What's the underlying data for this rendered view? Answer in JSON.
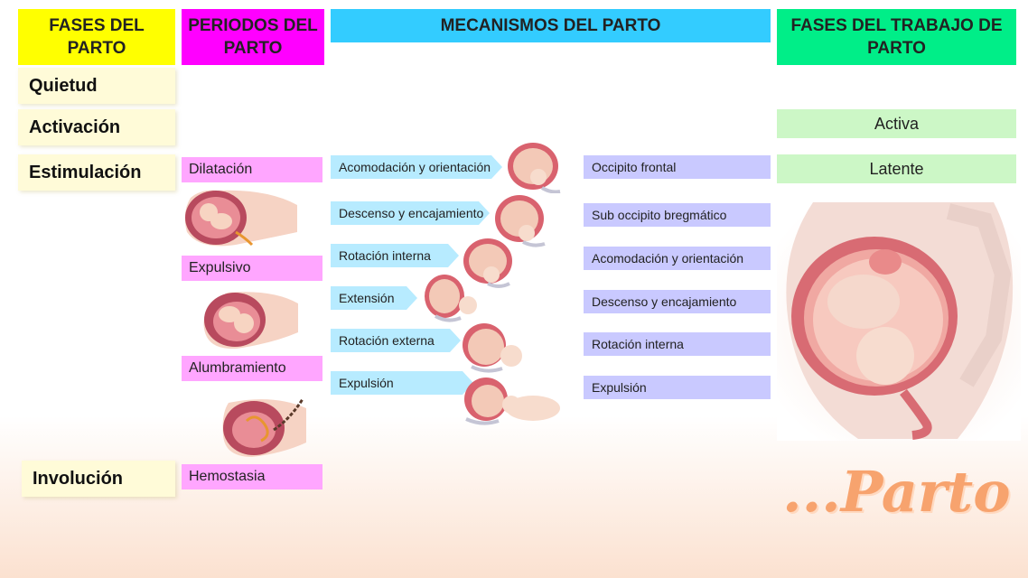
{
  "headers": {
    "fases": "FASES DEL PARTO",
    "periodos": "PERIODOS DEL PARTO",
    "mecanismos": "MECANISMOS DEL PARTO",
    "trabajo": "FASES DEL TRABAJO DE PARTO"
  },
  "fases": [
    "Quietud",
    "Activación",
    "Estimulación",
    "Involución"
  ],
  "periodos": [
    "Dilatación",
    "Expulsivo",
    "Alumbramiento",
    "Hemostasia"
  ],
  "mecanismos": [
    "Acomodación y orientación",
    "Descenso y encajamiento",
    "Rotación interna",
    "Extensión",
    "Rotación externa",
    "Expulsión"
  ],
  "diametros": [
    "Occipito frontal",
    "Sub occipito bregmático",
    "Acomodación y orientación",
    "Descenso y encajamiento",
    "Rotación interna",
    "Expulsión"
  ],
  "trabajo": [
    "Activa",
    "Latente"
  ],
  "brand": "...Parto",
  "colors": {
    "fases_header": "#ffff00",
    "periodos_header": "#ff00ff",
    "mecanismos_header": "#33ccff",
    "trabajo_header": "#00ee88",
    "brand": "#f7a36e"
  }
}
